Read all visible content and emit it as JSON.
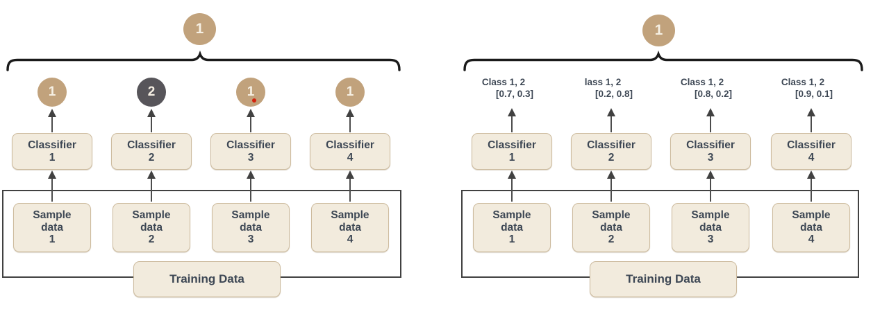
{
  "figure": {
    "description_left": "ensemble voting diagram",
    "description_right": "ensemble probability diagram"
  },
  "left": {
    "top_badge": "1",
    "predictions": [
      {
        "value": "1",
        "style": "tan"
      },
      {
        "value": "2",
        "style": "dark"
      },
      {
        "value": "1",
        "style": "tan",
        "has_red_dot": true
      },
      {
        "value": "1",
        "style": "tan"
      }
    ],
    "columns": [
      {
        "classifier_line1": "Classifier",
        "classifier_line2": "1",
        "sample_line1": "Sample",
        "sample_line2": "data",
        "sample_line3": "1"
      },
      {
        "classifier_line1": "Classifier",
        "classifier_line2": "2",
        "sample_line1": "Sample",
        "sample_line2": "data",
        "sample_line3": "2"
      },
      {
        "classifier_line1": "Classifier",
        "classifier_line2": "3",
        "sample_line1": "Sample",
        "sample_line2": "data",
        "sample_line3": "3"
      },
      {
        "classifier_line1": "Classifier",
        "classifier_line2": "4",
        "sample_line1": "Sample",
        "sample_line2": "data",
        "sample_line3": "4"
      }
    ],
    "training_label": "Training Data"
  },
  "right": {
    "top_badge": "1",
    "predictions": [
      {
        "class_line": "Class 1, 2",
        "prob_line": "[0.7, 0.3]"
      },
      {
        "class_line": "lass 1, 2",
        "prob_line": "[0.2, 0.8]"
      },
      {
        "class_line": "Class 1, 2",
        "prob_line": "[0.8, 0.2]"
      },
      {
        "class_line": "Class 1, 2",
        "prob_line": "[0.9, 0.1]"
      }
    ],
    "columns": [
      {
        "classifier_line1": "Classifier",
        "classifier_line2": "1",
        "sample_line1": "Sample",
        "sample_line2": "data",
        "sample_line3": "1"
      },
      {
        "classifier_line1": "Classifier",
        "classifier_line2": "2",
        "sample_line1": "Sample",
        "sample_line2": "data",
        "sample_line3": "2"
      },
      {
        "classifier_line1": "Classifier",
        "classifier_line2": "3",
        "sample_line1": "Sample",
        "sample_line2": "data",
        "sample_line3": "3"
      },
      {
        "classifier_line1": "Classifier",
        "classifier_line2": "4",
        "sample_line1": "Sample",
        "sample_line2": "data",
        "sample_line3": "4"
      }
    ],
    "training_label": "Training Data"
  },
  "colors": {
    "badge_tan": "#c1a27c",
    "badge_dark": "#57555a",
    "box_fill": "#f2ebdd",
    "box_border": "#cdbb9e",
    "text_dark": "#3d4754",
    "line_gray": "#4c4c4c",
    "brace_black": "#1a1a1a",
    "error_dot_red": "#d3230e"
  }
}
